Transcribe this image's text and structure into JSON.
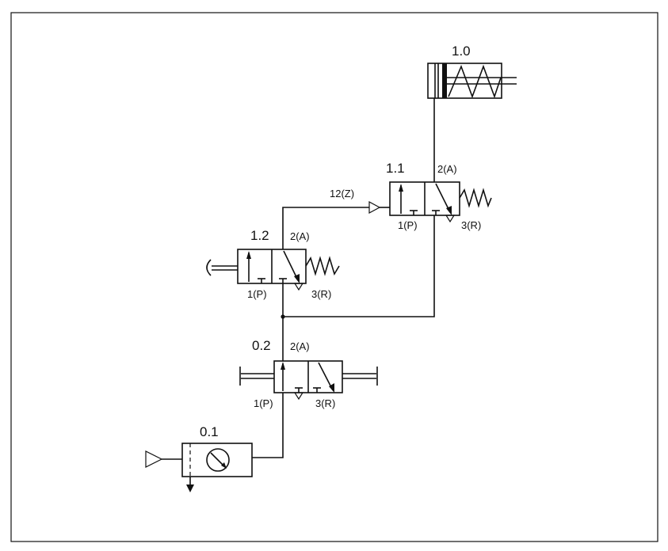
{
  "diagram": {
    "components": {
      "cylinder": {
        "id": "1.0"
      },
      "valve_1_1": {
        "id": "1.1",
        "port_2": "2(A)",
        "port_1": "1(P)",
        "port_3": "3(R)",
        "pilot": "12(Z)"
      },
      "valve_1_2": {
        "id": "1.2",
        "port_2": "2(A)",
        "port_1": "1(P)",
        "port_3": "3(R)"
      },
      "valve_0_2": {
        "id": "0.2",
        "port_2": "2(A)",
        "port_1": "1(P)",
        "port_3": "3(R)"
      },
      "service_unit": {
        "id": "0.1"
      }
    }
  }
}
